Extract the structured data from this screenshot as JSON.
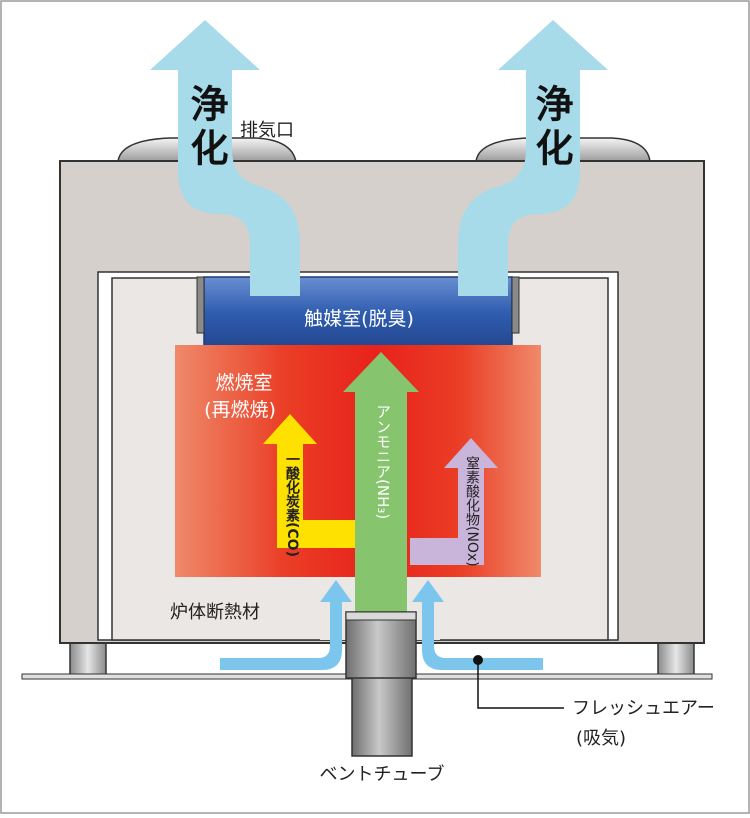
{
  "labels": {
    "purify_left": "浄化",
    "purify_right": "浄化",
    "exhaust_port": "排気口",
    "catalyst_chamber": "触媒室(脱臭)",
    "combustion_chamber_line1": "燃焼室",
    "combustion_chamber_line2": "(再燃焼)",
    "co": "一酸化炭素(CO)",
    "ammonia": "アンモニア(NH₃)",
    "nox": "窒素酸化物(NOx)",
    "insulation": "炉体断熱材",
    "fresh_air_line1": "フレッシュエアー",
    "fresh_air_line2": "(吸気)",
    "vent_tube": "ベントチューブ"
  },
  "colors": {
    "casing": "#d6d0cc",
    "insulation": "#eae7e4",
    "catalyst": "#2d5ba8",
    "combustion_hot": "#e8281e",
    "combustion_edge": "#ef8a6a",
    "purify_arrow": "#a7dbe9",
    "co_arrow": "#ffe100",
    "ammonia_arrow": "#86c46e",
    "nox_arrow": "#c9b5d9",
    "fresh_air_arrow": "#7cc6ee"
  }
}
